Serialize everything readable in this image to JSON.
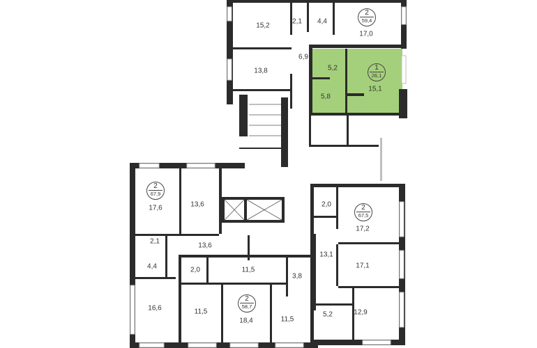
{
  "colors": {
    "wall": "#2b2b2b",
    "highlight": "#a5d07b",
    "window": "#bfbfbf"
  },
  "apartments": [
    {
      "id": "top-right",
      "rooms": "2",
      "total_area": "59,4"
    },
    {
      "id": "highlighted",
      "rooms": "1",
      "total_area": "26,1",
      "selected": true
    },
    {
      "id": "left",
      "rooms": "2",
      "total_area": "67,9"
    },
    {
      "id": "bottom-center",
      "rooms": "2",
      "total_area": "58,7"
    },
    {
      "id": "right",
      "rooms": "2",
      "total_area": "67,5"
    }
  ],
  "room_areas": {
    "top": [
      "15,2",
      "2,1",
      "4,4",
      "17,0",
      "6,9",
      "13,8",
      "5,2",
      "15,1",
      "5,8"
    ],
    "left": [
      "17,6",
      "13,6",
      "2,1",
      "13,6",
      "4,4",
      "16,6"
    ],
    "center": [
      "2,0",
      "11,5",
      "3,8",
      "11,5",
      "18,4",
      "11,5"
    ],
    "right": [
      "2,0",
      "17,2",
      "13,1",
      "17,1",
      "5,2",
      "12,9"
    ]
  }
}
